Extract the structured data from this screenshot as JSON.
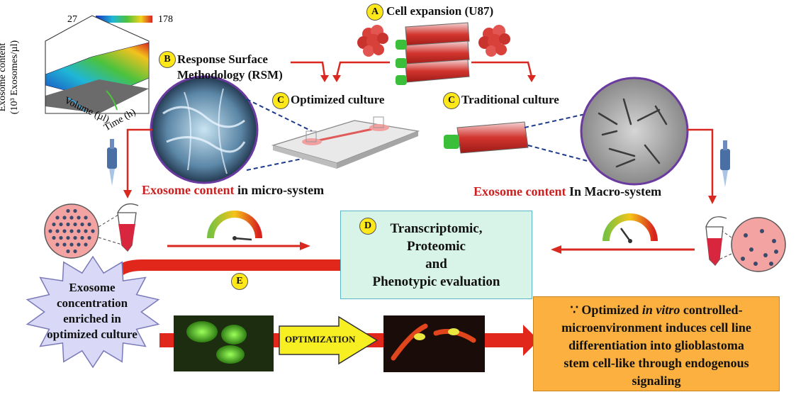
{
  "surface_plot": {
    "colorbar_min": "27",
    "colorbar_max": "178",
    "y_axis_label_line1": "Exosome content",
    "y_axis_label_line2": "(10³ Exosomes/µl)",
    "x_axis_label_1": "Volume (µl)",
    "x_axis_label_2": "Time (h)"
  },
  "steps": {
    "a": {
      "badge": "A",
      "text": "Cell expansion (U87)"
    },
    "b": {
      "badge": "B",
      "text_line1": "Response Surface",
      "text_line2": "Methodology (RSM)"
    },
    "c_opt": {
      "badge": "C",
      "text": "Optimized culture"
    },
    "c_trad": {
      "badge": "C",
      "text": "Traditional culture"
    },
    "d": {
      "badge": "D",
      "lines": [
        "Transcriptomic,",
        "Proteomic",
        "and",
        "Phenotypic evaluation"
      ]
    },
    "e": {
      "badge": "E"
    }
  },
  "micro_label": {
    "highlight": "Exosome content",
    "rest": " in micro-system"
  },
  "macro_label": {
    "highlight": "Exosome content",
    "rest": " In Macro-system"
  },
  "star": {
    "lines": [
      "Exosome",
      "concentration",
      "enriched in",
      "optimized culture"
    ]
  },
  "optimization_label": "OPTIMIZATION",
  "conclusion": {
    "symbol": "∵",
    "lead": " Optimized ",
    "italic": "in vitro",
    "rest_line1": " controlled-",
    "line2": "microenvironment induces cell line",
    "line3": "differentiation into glioblastoma",
    "line4": "stem cell-like through endogenous",
    "line5": "signaling"
  },
  "colors": {
    "accent_red": "#cc1f1f",
    "eval_box": "#d8f4e9",
    "conclusion_box": "#fbb040",
    "star_fill": "#d9d9f7",
    "circle_border": "#6a3aa0"
  }
}
